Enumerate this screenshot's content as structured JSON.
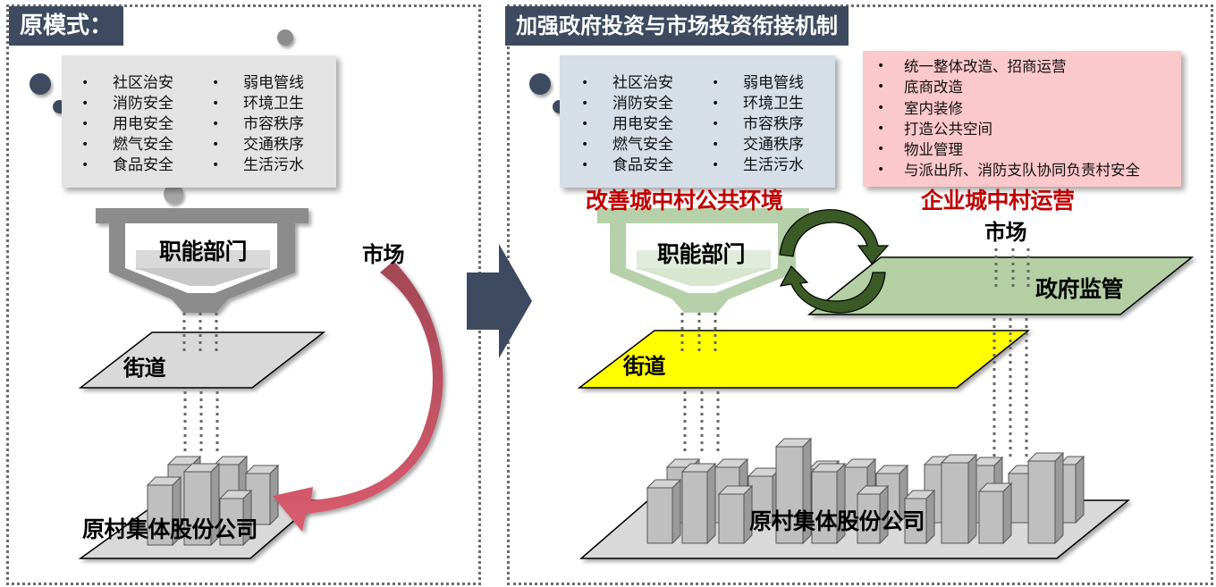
{
  "left_panel": {
    "title": "原模式：",
    "duties": {
      "col1": [
        "社区治安",
        "消防安全",
        "用电安全",
        "燃气安全",
        "食品安全"
      ],
      "col2": [
        "弱电管线",
        "环境卫生",
        "市容秩序",
        "交通秩序",
        "生活污水"
      ]
    },
    "funnel_label": "职能部门",
    "street_label": "街道",
    "market_label": "市场",
    "company_label": "原村集体股份公司"
  },
  "right_panel": {
    "title": "加强政府投资与市场投资衔接机制",
    "duties": {
      "col1": [
        "社区治安",
        "消防安全",
        "用电安全",
        "燃气安全",
        "食品安全"
      ],
      "col2": [
        "弱电管线",
        "环境卫生",
        "市容秩序",
        "交通秩序",
        "生活污水"
      ]
    },
    "enterprise_tasks": [
      "统一整体改造、招商运营",
      "底商改造",
      "室内装修",
      "打造公共空间",
      "物业管理",
      "与派出所、消防支队协同负责村安全"
    ],
    "public_env_heading": "改善城中村公共环境",
    "enterprise_heading": "企业城中村运营",
    "funnel_label": "职能部门",
    "market_label": "市场",
    "gov_supervision_label": "政府监管",
    "street_label": "街道",
    "company_label": "原村集体股份公司"
  },
  "colors": {
    "title_bg": "#3d4a5f",
    "arrow": "#3d4a5f",
    "market_arrow": "#b04a5a",
    "heading_red": "#c00000",
    "street_yellow": "#ffff00",
    "gov_green": "#b3cfa3",
    "cycle_green": "#3a5a26",
    "funnel_gray": "#8c8c8c",
    "funnel_green": "#a9c99a",
    "pink_box": "#fbc8cc",
    "blue_box": "#d6dee8",
    "gray_box": "#e3e3e3"
  },
  "icons": {
    "transition": "right-arrow-icon",
    "market_flow": "curved-arrow-icon",
    "cycle": "cycle-arrows-icon",
    "buildings": "buildings-icon",
    "funnel": "funnel-icon"
  }
}
